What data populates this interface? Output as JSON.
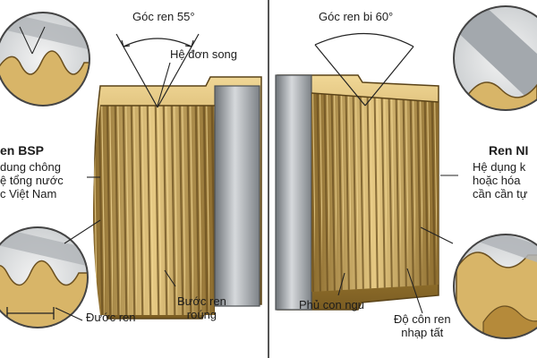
{
  "left": {
    "angle_label": "Góc ren 55°",
    "system_label": "Hệ đơn song",
    "title": "en BSP",
    "desc_lines": [
      "dung chông",
      "ệ tổng nước",
      "c Việt Nam"
    ],
    "pitch_label": "Đước ren",
    "pitch_bottom_lines": [
      "Bước ren",
      "roúng"
    ]
  },
  "right": {
    "angle_label": "Góc ren bi 60°",
    "title": "Ren NI",
    "desc_lines": [
      "Hệ dụng k",
      "hoặc hóa",
      "cần cần tự"
    ],
    "seal_label": "Phủ con ngu",
    "taper_lines": [
      "Độ côn ren",
      "nhạp tất"
    ]
  },
  "colors": {
    "brass": "#c9a45a",
    "brass_dark": "#8a6a2c",
    "brass_light": "#e6c983",
    "steel": "#9aa0a6",
    "divider": "#555555"
  }
}
